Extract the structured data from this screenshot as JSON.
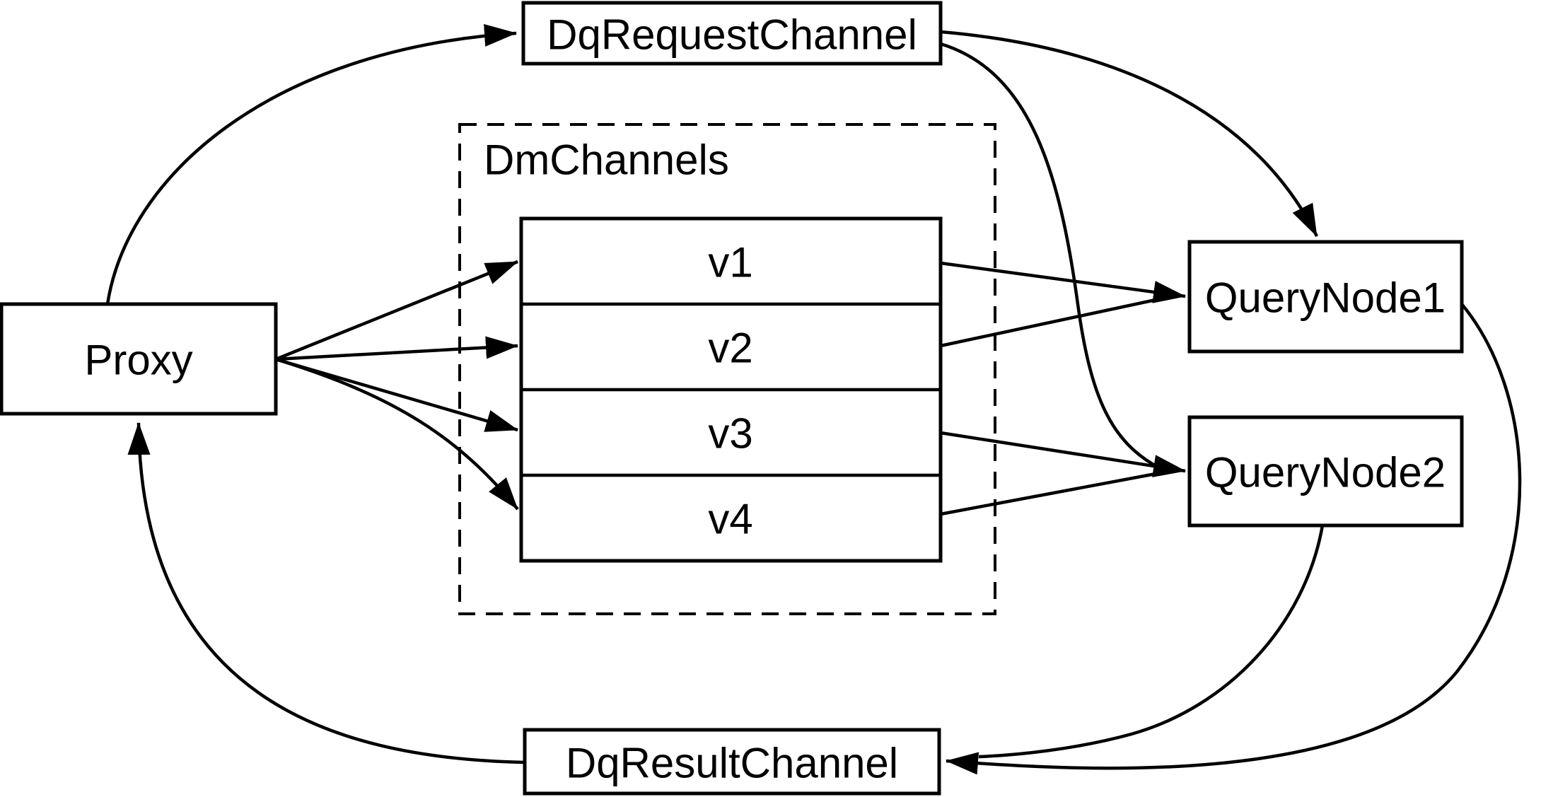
{
  "diagram": {
    "background_color": "#ffffff",
    "line_color": "#000000",
    "nodes": {
      "dq_request_channel": {
        "label": "DqRequestChannel"
      },
      "dm_channels": {
        "label": "DmChannels",
        "channels": [
          {
            "label": "v1"
          },
          {
            "label": "v2"
          },
          {
            "label": "v3"
          },
          {
            "label": "v4"
          }
        ]
      },
      "proxy": {
        "label": "Proxy"
      },
      "query_node_1": {
        "label": "QueryNode1"
      },
      "query_node_2": {
        "label": "QueryNode2"
      },
      "dq_result_channel": {
        "label": "DqResultChannel"
      }
    },
    "edges": [
      {
        "from": "Proxy",
        "to": "DqRequestChannel"
      },
      {
        "from": "Proxy",
        "to": "v1"
      },
      {
        "from": "Proxy",
        "to": "v2"
      },
      {
        "from": "Proxy",
        "to": "v3"
      },
      {
        "from": "Proxy",
        "to": "v4"
      },
      {
        "from": "v1",
        "to": "QueryNode1"
      },
      {
        "from": "v2",
        "to": "QueryNode1"
      },
      {
        "from": "v3",
        "to": "QueryNode2"
      },
      {
        "from": "v4",
        "to": "QueryNode2"
      },
      {
        "from": "DqRequestChannel",
        "to": "QueryNode1"
      },
      {
        "from": "DqRequestChannel",
        "to": "QueryNode2"
      },
      {
        "from": "QueryNode1",
        "to": "DqResultChannel"
      },
      {
        "from": "QueryNode2",
        "to": "DqResultChannel"
      },
      {
        "from": "DqResultChannel",
        "to": "Proxy"
      }
    ]
  }
}
